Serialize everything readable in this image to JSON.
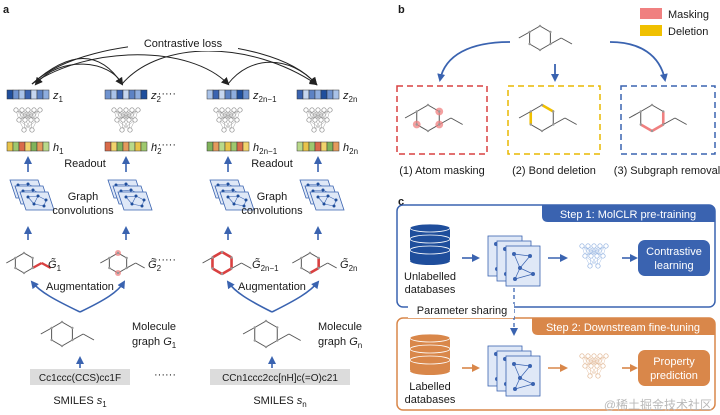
{
  "panels": {
    "a": "a",
    "b": "b",
    "c": "c"
  },
  "panel_a": {
    "contrastive_loss": "Contrastive loss",
    "z_base": [
      "z",
      "z",
      "z",
      "z"
    ],
    "z_sub": [
      "1",
      "2",
      "2n−1",
      "2n"
    ],
    "h_base": [
      "h",
      "h",
      "h",
      "h"
    ],
    "h_sub": [
      "1",
      "2",
      "2n−1",
      "2n"
    ],
    "g_base": [
      "G̃",
      "G̃",
      "G̃",
      "G̃"
    ],
    "g_sub": [
      "1",
      "2",
      "2n−1",
      "2n"
    ],
    "ellipsis": "······",
    "readout": "Readout",
    "graph": "Graph",
    "convolutions": "convolutions",
    "augmentation": "Augmentation",
    "molecule": "Molecule",
    "graph_word": "graph",
    "mol_sub": [
      "1",
      "n"
    ],
    "mol_base": [
      "G",
      "G"
    ],
    "smiles": [
      "Cc1ccc(CCS)cc1F",
      "CCn1ccc2cc[nH]c(=O)c21"
    ],
    "smiles_label": "SMILES",
    "smiles_var": "s",
    "smiles_sub": [
      "1",
      "n"
    ]
  },
  "panel_b": {
    "legend": [
      "Masking",
      "Deletion"
    ],
    "captions": [
      "(1) Atom masking",
      "(2) Bond deletion",
      "(3) Subgraph removal"
    ]
  },
  "panel_c": {
    "step1": "Step 1: MolCLR pre-training",
    "step2": "Step 2: Downstream fine-tuning",
    "unlabelled": [
      "Unlabelled",
      "databases"
    ],
    "labelled": [
      "Labelled",
      "databases"
    ],
    "contrastive": [
      "Contrastive",
      "learning"
    ],
    "property": [
      "Property",
      "prediction"
    ],
    "parameter_sharing": "Parameter sharing"
  },
  "watermark": "@稀土掘金技术社区",
  "colors": {
    "blue": "#3a63b0",
    "orange": "#d9874a",
    "red": "#d94040",
    "yellow": "#e8b800",
    "masking": "#f08080",
    "deletion": "#f0c000"
  }
}
